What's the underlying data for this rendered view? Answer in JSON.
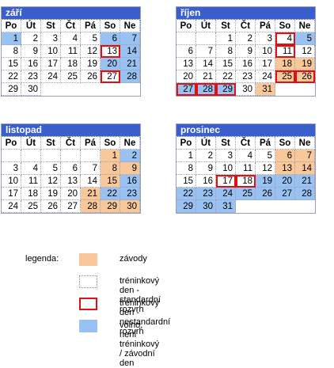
{
  "colors": {
    "header_bg": "#3a5fcd",
    "free": "#99c2f2",
    "race": "#f8c89a",
    "nonstandard_border": "#e01010"
  },
  "weekdays": [
    "Po",
    "Út",
    "St",
    "Čt",
    "Pá",
    "So",
    "Ne"
  ],
  "months": [
    {
      "name": "září",
      "offset": 0,
      "days": 30,
      "free": [
        1,
        6,
        7,
        14,
        20,
        21,
        28
      ],
      "race": [],
      "nonstandard": [
        13,
        27
      ]
    },
    {
      "name": "říjen",
      "offset": 2,
      "days": 31,
      "free": [
        5,
        27,
        28,
        29
      ],
      "race": [
        18,
        19,
        25,
        26,
        31
      ],
      "nonstandard": [
        4,
        11,
        25,
        26,
        27,
        28,
        29
      ]
    },
    {
      "name": "listopad",
      "offset": 5,
      "days": 30,
      "free": [
        2,
        16,
        22,
        23
      ],
      "race": [
        1,
        8,
        9,
        15,
        21,
        28,
        29,
        30
      ],
      "nonstandard": []
    },
    {
      "name": "prosinec",
      "offset": 0,
      "days": 31,
      "free": [
        19,
        20,
        21,
        22,
        23,
        24,
        25,
        26,
        27,
        28,
        29,
        30,
        31
      ],
      "race": [
        6,
        7,
        13,
        14
      ],
      "nonstandard": [
        17,
        18
      ]
    }
  ],
  "legend": {
    "title": "legenda:",
    "items": [
      {
        "type": "race",
        "label": "závody"
      },
      {
        "type": "standard",
        "label": "tréninkový den - standardní rozvrh"
      },
      {
        "type": "nonstandard",
        "label": "tréninkový den - nestandardní rozvrh"
      },
      {
        "type": "free",
        "label": "volno, není tréninkový / závodní den"
      }
    ]
  }
}
